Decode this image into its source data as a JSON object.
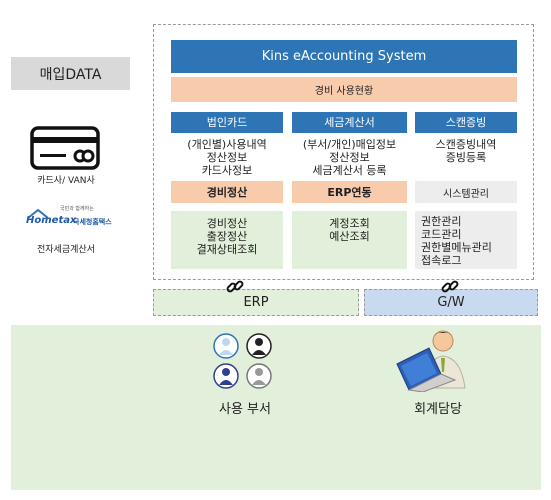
{
  "left": {
    "purchase_data": "매입DATA",
    "card_caption": "카드사/ VAN사",
    "hometax_logo_text": "Hometax",
    "hometax_logo_kr": "국세청홈택스",
    "hometax_logo_small": "국민과 함께하는",
    "hometax_caption": "전자세금계산서"
  },
  "system": {
    "title": "Kins eAccounting System",
    "expense_status": "경비 사용현황",
    "columns": [
      {
        "header": "법인카드",
        "items": [
          "(개인별)사용내역",
          "정산정보",
          "카드사정보"
        ],
        "sub_header": "경비정산",
        "sub_items": [
          "경비정산",
          "출장정산",
          "결재상태조회"
        ]
      },
      {
        "header": "세금계산서",
        "items": [
          "(부서/개인)매입정보",
          "정산정보",
          "세금계산서 등록"
        ],
        "sub_header": "ERP연동",
        "sub_items": [
          "계정조회",
          "예산조회"
        ]
      },
      {
        "header": "스캔증빙",
        "items": [
          "스캔증빙내역",
          "증빙등록"
        ],
        "sub_header": "시스템관리",
        "sub_items": [
          "권한관리",
          "코드관리",
          "권한별메뉴관리",
          "접속로그"
        ]
      }
    ]
  },
  "integration": {
    "erp": "ERP",
    "gw": "G/W"
  },
  "bottom": {
    "users_label": "사용 부서",
    "accounting_label": "회계담당"
  },
  "colors": {
    "header_blue": "#2e75b6",
    "peach": "#f8cbad",
    "light_green": "#e2efda",
    "light_gray": "#ededed",
    "gw_blue": "#c9d9f0",
    "bottom_green": "#e2efda"
  }
}
